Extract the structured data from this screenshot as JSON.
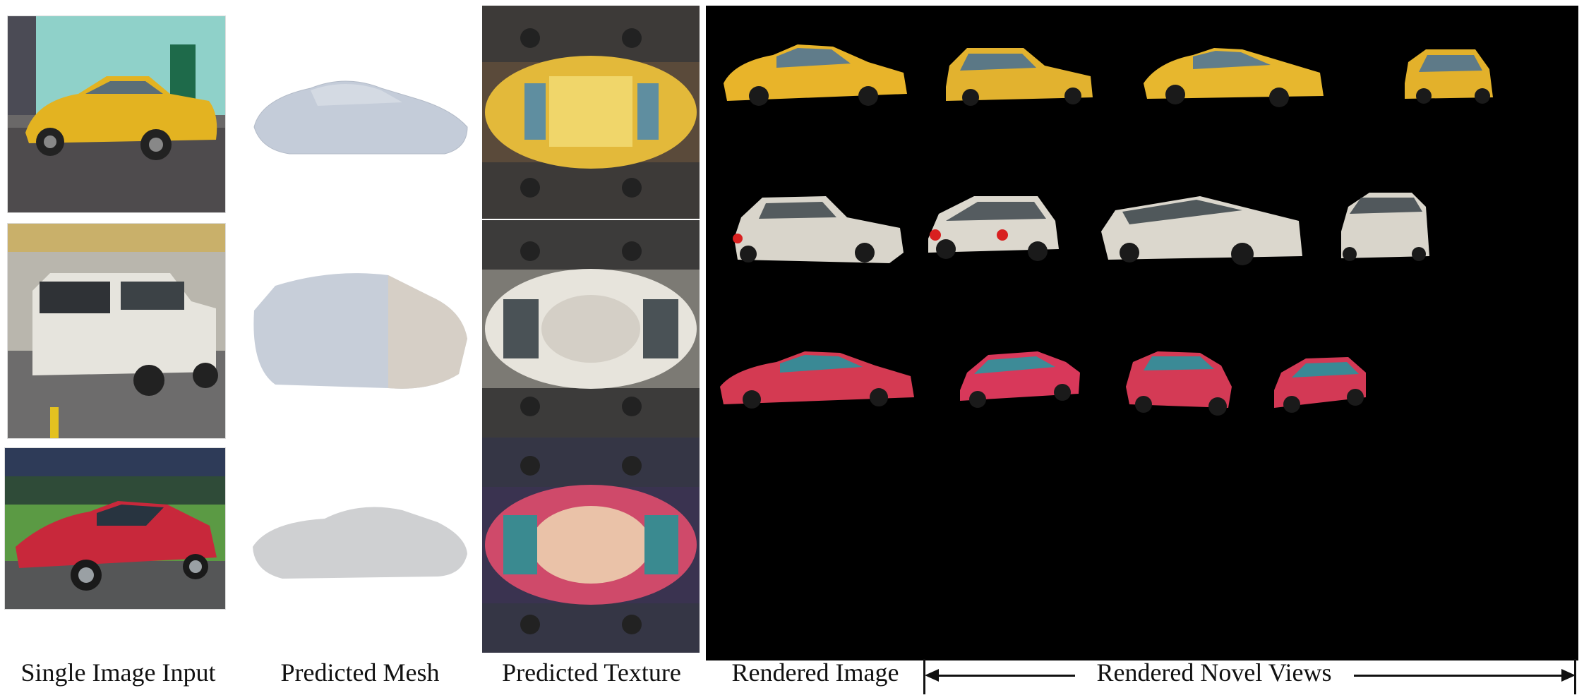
{
  "captions": {
    "input": "Single Image Input",
    "mesh": "Predicted Mesh",
    "texture": "Predicted Texture",
    "rendered": "Rendered Image",
    "novel": "Rendered Novel Views"
  },
  "rows": [
    {
      "name": "yellow-car",
      "body": "#e9b62a",
      "body_dark": "#a57b12",
      "window": "#5d7d8e"
    },
    {
      "name": "white-suv",
      "body": "#dcd8cc",
      "body_dark": "#9d988c",
      "window": "#4d5558"
    },
    {
      "name": "red-car",
      "body": "#d83c52",
      "body_dark": "#91202f",
      "window": "#3f8b97"
    }
  ],
  "colors": {
    "mesh": "#c8d0dc",
    "background": "#000000"
  }
}
